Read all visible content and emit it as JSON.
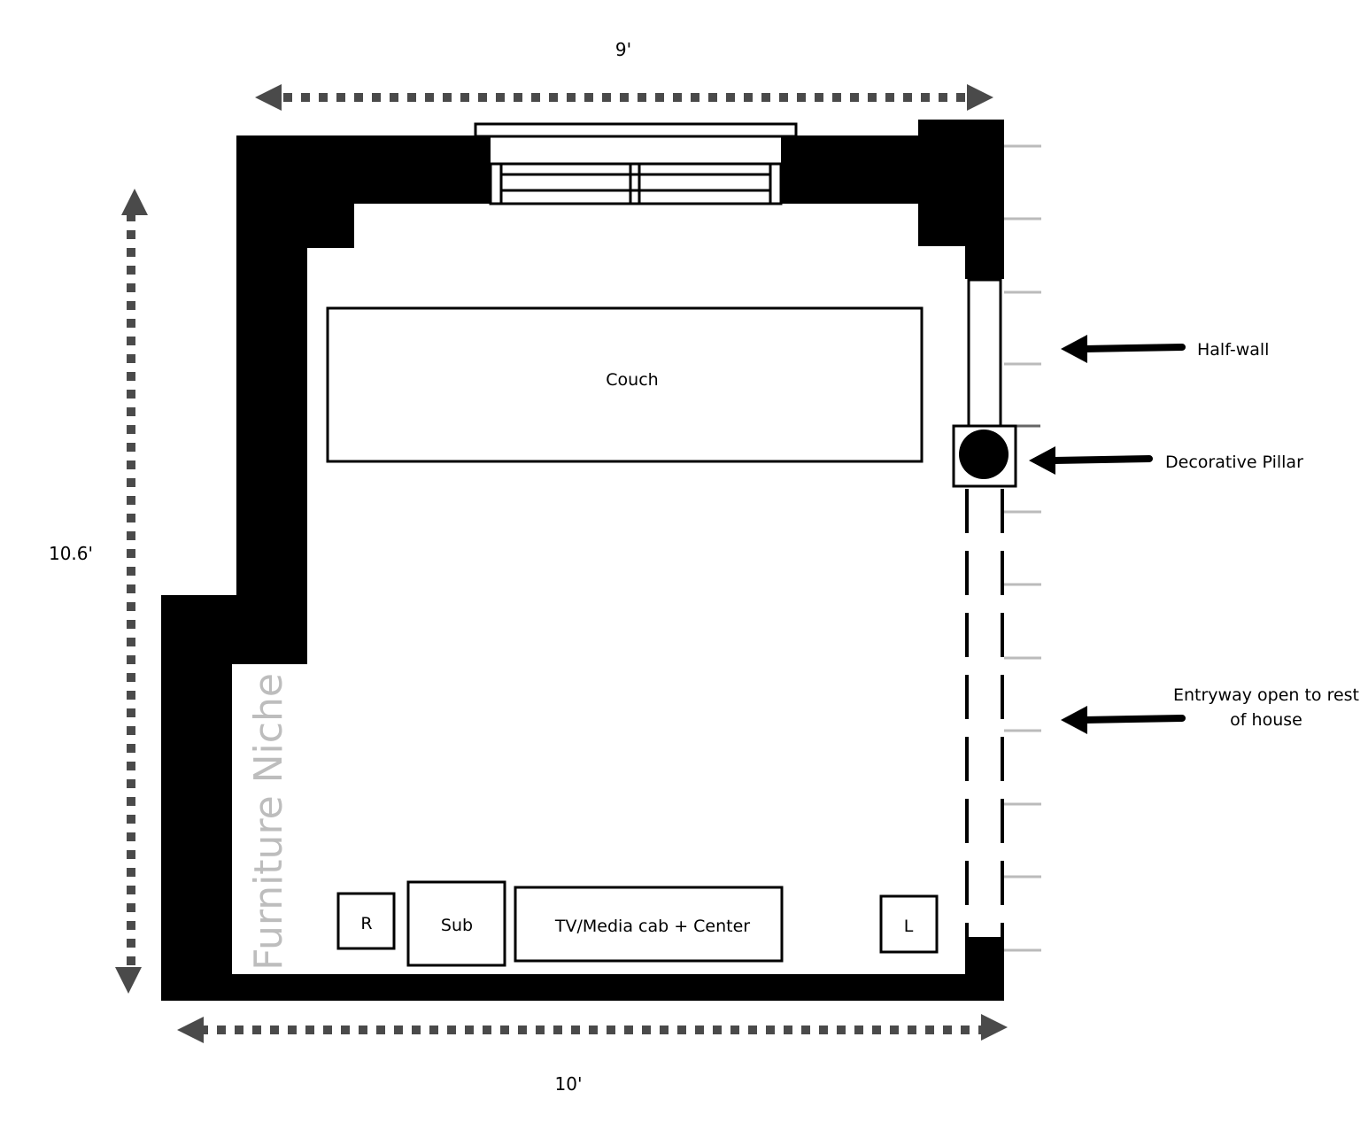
{
  "dimensions": {
    "top": "9'",
    "left": "10.6'",
    "bottom": "10'"
  },
  "furniture": {
    "couch": "Couch",
    "right_speaker": "R",
    "subwoofer": "Sub",
    "media": "TV/Media cab + Center",
    "left_speaker": "L"
  },
  "niche_label": "Furniture Niche",
  "callouts": {
    "half_wall": "Half-wall",
    "pillar": "Decorative Pillar",
    "entry_line1": "Entryway open to rest",
    "entry_line2": "of house"
  },
  "colors": {
    "wall": "#000000",
    "arrow": "#4a4a4a",
    "niche_text": "#bdbdbd"
  }
}
